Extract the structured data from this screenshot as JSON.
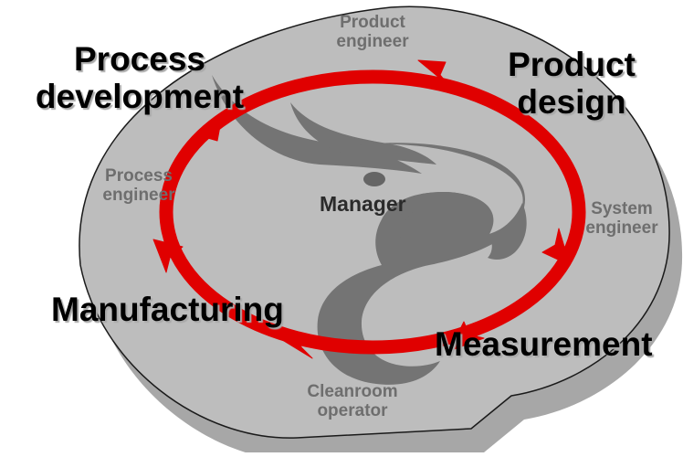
{
  "activities": {
    "process_development": "Process development",
    "product_design": "Product design",
    "manufacturing": "Manufacturing",
    "measurement": "Measurement"
  },
  "roles": {
    "product_engineer": "Product engineer",
    "process_engineer": "Process engineer",
    "system_engineer": "System engineer",
    "cleanroom_operator": "Cleanroom operator",
    "manager": "Manager"
  },
  "colors": {
    "cycle_arrow": "#e00000",
    "disc_fill": "#bdbdbd",
    "disc_shadow": "#9b9b9b",
    "emblem": "#6a6a6a"
  }
}
